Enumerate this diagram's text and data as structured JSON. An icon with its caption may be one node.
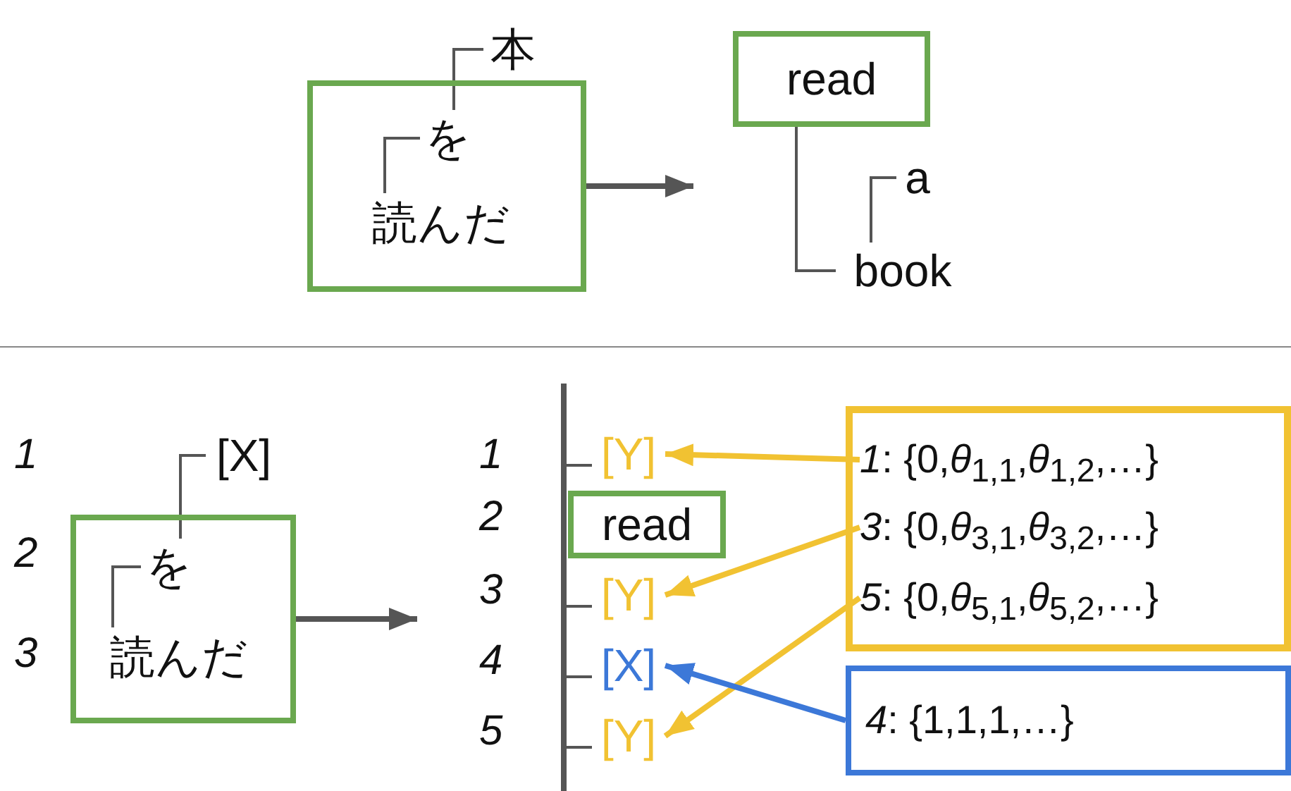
{
  "diagram": {
    "nodes": [
      {
        "text": [],
        "shape": "box"
      },
      {
        "text": [
          "本"
        ]
      },
      {
        "text": [
          "を"
        ],
        "in": 0
      },
      {
        "text": [
          "読んだ"
        ],
        "in": 0
      },
      {
        "text": [
          "read"
        ]
      },
      {
        "text": [
          "a"
        ]
      },
      {
        "text": [
          "book"
        ]
      },
      {
        "text": [],
        "shape": "box"
      },
      {
        "text": [
          "[X]"
        ]
      },
      {
        "text": [
          "を"
        ],
        "in": 7
      },
      {
        "text": [
          "読んだ"
        ],
        "in": 7
      },
      {
        "text": [],
        "shape": "bar"
      },
      {
        "text": [
          "[Y]"
        ]
      },
      {
        "text": [
          "read"
        ]
      },
      {
        "text": [
          "[Y]"
        ]
      },
      {
        "text": [
          "[X]"
        ]
      },
      {
        "text": [
          "[Y]"
        ]
      },
      {
        "text": [],
        "shape": "box"
      },
      {
        "text": [
          "*1*: {0,*θ*$_{1,1}$,*θ*$_{1,2}$,…}"
        ],
        "in": 17
      },
      {
        "text": [
          "*3*: {0,*θ*$_{3,1}$,*θ*$_{3,2}$,…}"
        ],
        "in": 17
      },
      {
        "text": [
          "*5*: {0,*θ*$_{5,1}$,*θ*$_{5,2}$,…}"
        ],
        "in": 17
      },
      {
        "text": [
          "*4*: {1,1,1,…}"
        ]
      }
    ],
    "edges": [
      {
        "from": 1,
        "to": 2,
        "arrow": "none"
      },
      {
        "from": 2,
        "to": 3,
        "arrow": "none"
      },
      {
        "from": 0,
        "to": null,
        "arrow": "to",
        "style": "thick"
      },
      {
        "from": 4,
        "to": 6,
        "arrow": "none"
      },
      {
        "from": 5,
        "to": 6,
        "arrow": "none"
      },
      {
        "from": 8,
        "to": 9,
        "arrow": "none"
      },
      {
        "from": 9,
        "to": 10,
        "arrow": "none"
      },
      {
        "from": 7,
        "to": null,
        "arrow": "to",
        "style": "thick"
      },
      {
        "from": 11,
        "to": 12,
        "arrow": "none"
      },
      {
        "from": 11,
        "to": 14,
        "arrow": "none"
      },
      {
        "from": 11,
        "to": 15,
        "arrow": "none"
      },
      {
        "from": 11,
        "to": 16,
        "arrow": "none"
      },
      {
        "from": 18,
        "to": 12,
        "arrow": "to",
        "style": "thick",
        "color": "#f1c232"
      },
      {
        "from": 19,
        "to": 14,
        "arrow": "to",
        "style": "thick",
        "color": "#f1c232"
      },
      {
        "from": 20,
        "to": 16,
        "arrow": "to",
        "style": "thick",
        "color": "#f1c232"
      },
      {
        "from": 21,
        "to": 15,
        "arrow": "to",
        "style": "thick",
        "color": "#3c78d8"
      }
    ],
    "labels": [
      "1",
      "1",
      "2",
      "2",
      "3",
      "3",
      "4",
      "5"
    ]
  }
}
